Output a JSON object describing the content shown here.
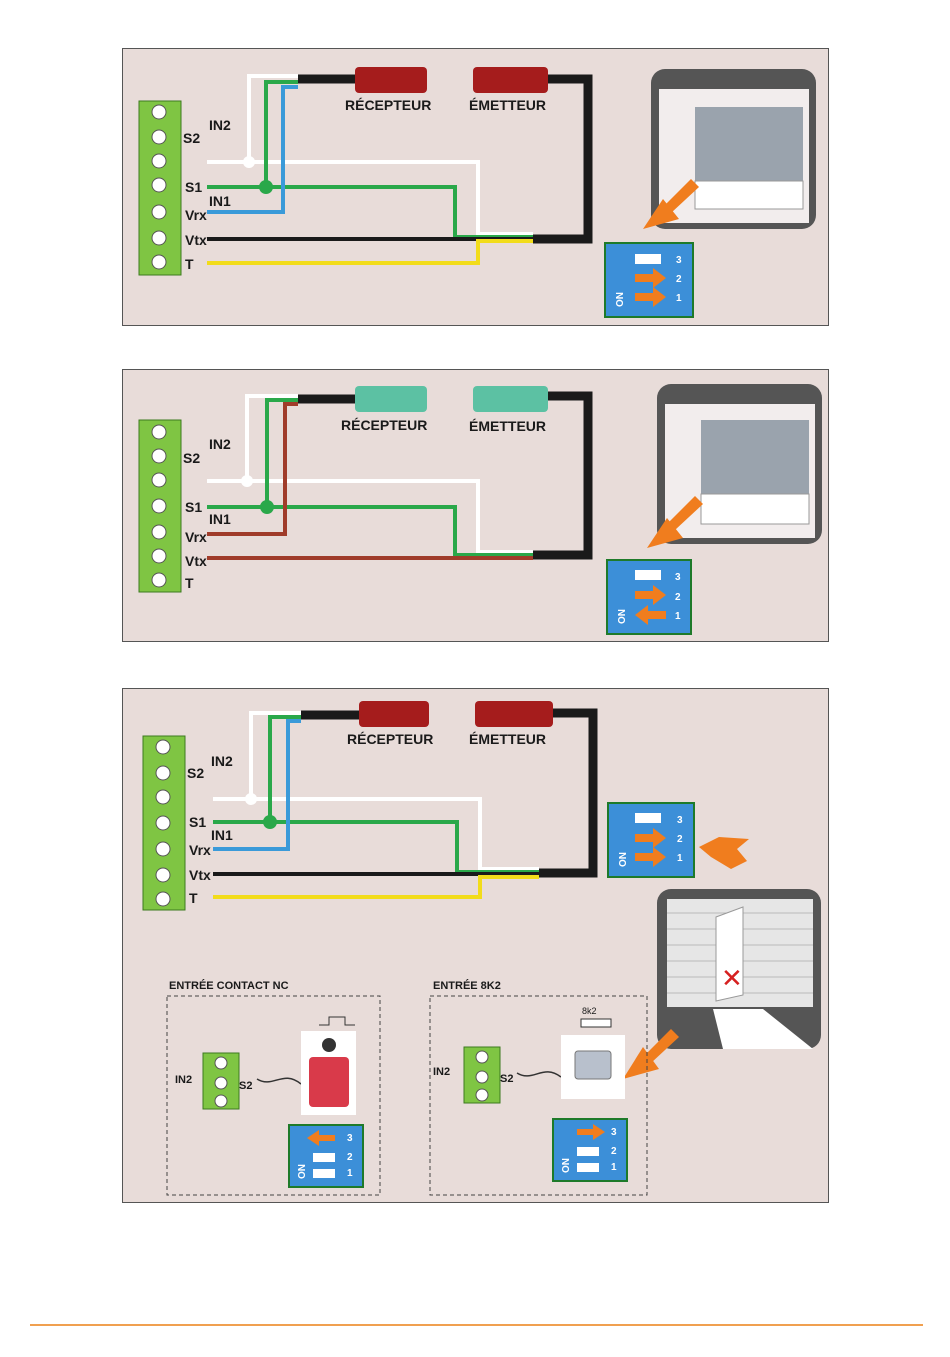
{
  "terminals": {
    "in2": "IN2",
    "s2": "S2",
    "s1": "S1",
    "in1": "IN1",
    "vrx": "Vrx",
    "vtx": "Vtx",
    "t": "T"
  },
  "devices": {
    "receiver": "RÉCEPTEUR",
    "emitter": "ÉMETTEUR"
  },
  "dip": {
    "on": "ON",
    "n1": "1",
    "n2": "2",
    "n3": "3"
  },
  "panel3": {
    "nc_title": "ENTRÉE CONTACT NC",
    "k2_title": "ENTRÉE 8K2",
    "resistor": "8k2",
    "in2": "IN2",
    "s2": "S2"
  },
  "colors": {
    "red_cell": "#a51c1c",
    "teal_cell": "#5cc1a3",
    "wire_green": "#2aa84a",
    "wire_blue": "#3a9ad9",
    "wire_brown": "#a03c2a",
    "wire_yellow": "#f2dc1a",
    "dip_blue": "#3c8fd8",
    "arrow_orange": "#f07d1e",
    "terminal_green": "#7fc543"
  }
}
